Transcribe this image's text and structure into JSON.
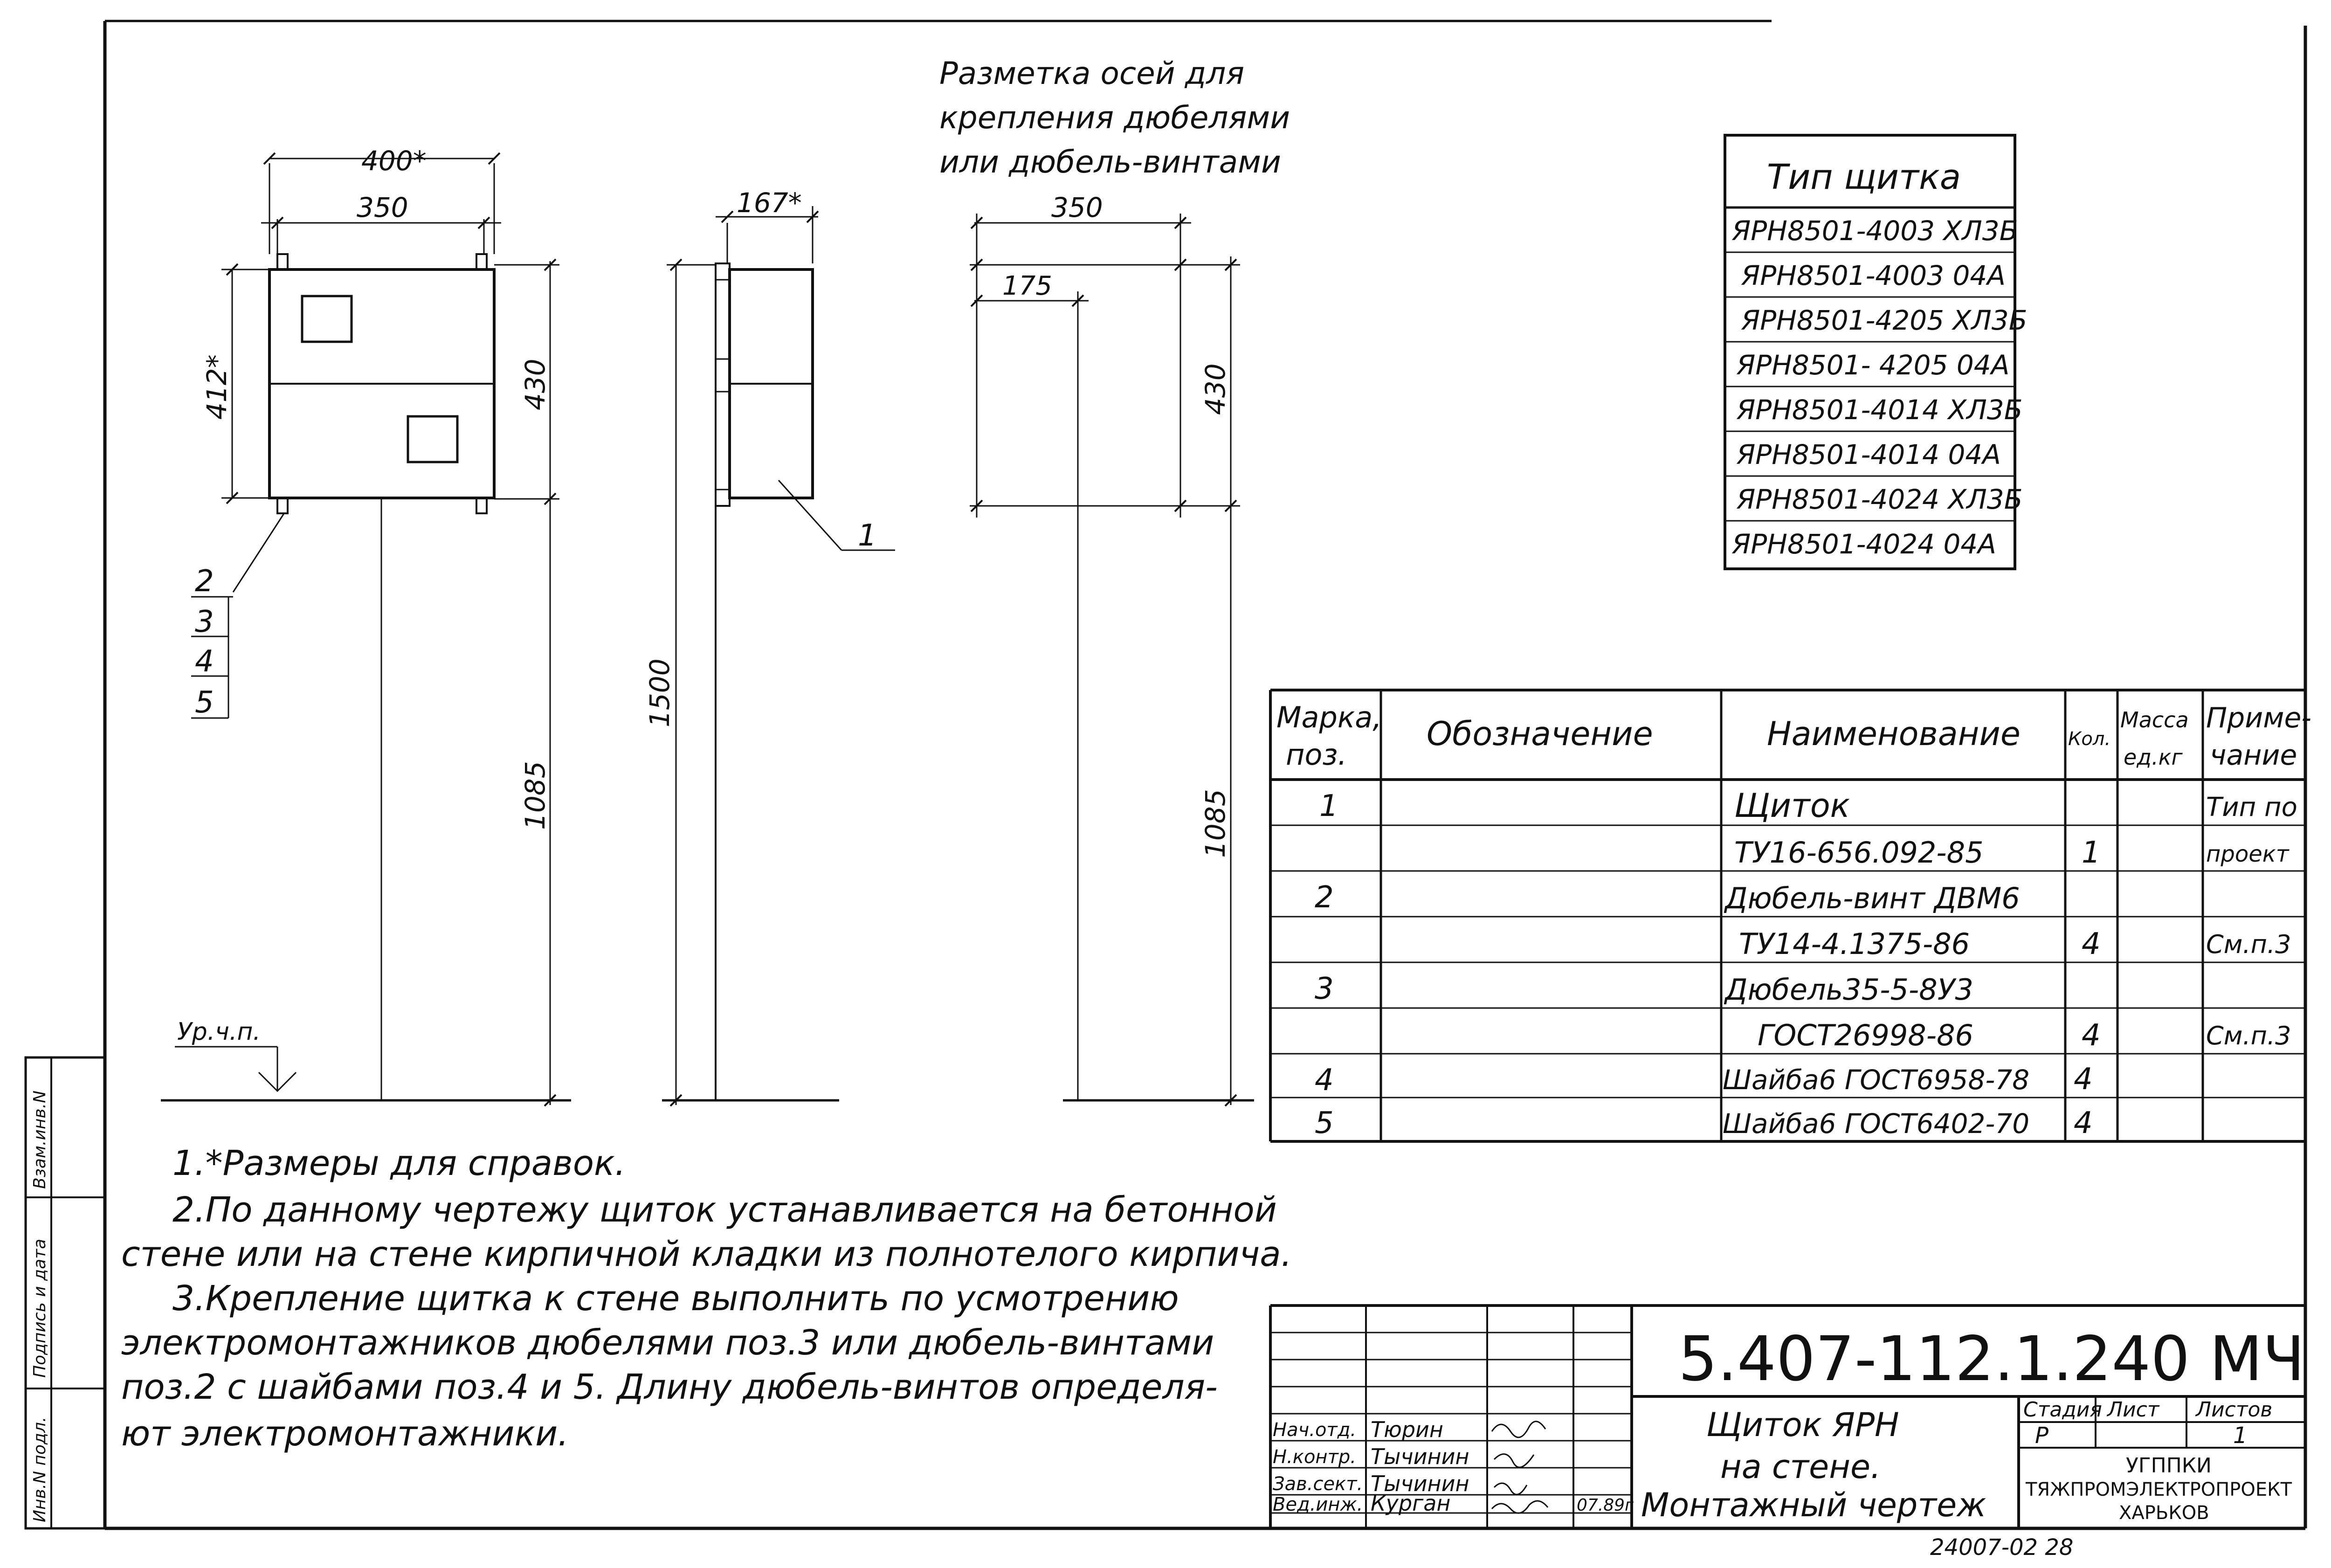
{
  "drawing": {
    "front_view": {
      "dim_width_total": "400*",
      "dim_width_mounting": "350",
      "dim_height_total": "412*",
      "dim_height_mounting": "430",
      "dim_to_floor": "1085",
      "callouts": [
        "2",
        "3",
        "4",
        "5"
      ],
      "floor_label": "Ур.ч.п."
    },
    "side_view": {
      "dim_depth": "167*",
      "dim_height_floor": "1500",
      "callout": "1"
    },
    "axes_view": {
      "caption_lines": [
        "Разметка осей для",
        "крепления дюбелями",
        "или дюбель-винтами"
      ],
      "dim_width": "350",
      "dim_half": "175",
      "dim_height": "430",
      "dim_to_floor": "1085"
    }
  },
  "type_table": {
    "header": "Тип щитка",
    "rows": [
      "ЯРН8501-4003 ХЛ3Б",
      "ЯРН8501-4003 04А",
      "ЯРН8501-4205 ХЛ3Б",
      "ЯРН8501- 4205 04А",
      "ЯРН8501-4014 ХЛ3Б",
      "ЯРН8501-4014 04А",
      "ЯРН8501-4024 ХЛ3Б",
      "ЯРН8501-4024 04А"
    ]
  },
  "spec_table": {
    "headers": {
      "mark_l1": "Марка,",
      "mark_l2": "поз.",
      "designation": "Обозначение",
      "name": "Наименование",
      "qty": "Кол.",
      "mass_l1": "Масса",
      "mass_l2": "ед.кг",
      "note_l1": "Приме-",
      "note_l2": "чание"
    },
    "rows": [
      {
        "mark": "1",
        "name": "Щиток",
        "qty": "",
        "note": "Тип по"
      },
      {
        "mark": "",
        "name": "ТУ16-656.092-85",
        "qty": "1",
        "note": "проект"
      },
      {
        "mark": "2",
        "name": "Дюбель-винт ДВМ6",
        "qty": "",
        "note": ""
      },
      {
        "mark": "",
        "name": "ТУ14-4.1375-86",
        "qty": "4",
        "note": "См.п.3"
      },
      {
        "mark": "3",
        "name": "Дюбель35-5-8У3",
        "qty": "",
        "note": ""
      },
      {
        "mark": "",
        "name": "ГОСТ26998-86",
        "qty": "4",
        "note": "См.п.3"
      },
      {
        "mark": "4",
        "name": "Шайба6 ГОСТ6958-78",
        "qty": "4",
        "note": ""
      },
      {
        "mark": "5",
        "name": "Шайба6 ГОСТ6402-70",
        "qty": "4",
        "note": ""
      }
    ]
  },
  "notes": [
    "1.*Размеры для справок.",
    "2.По данному чертежу щиток устанавливается на бетонной",
    "стене или на стене кирпичной кладки из полнотелого кирпича.",
    "3.Крепление щитка к стене выполнить по усмотрению",
    "электромонтажников дюбелями поз.3 или дюбель-винтами",
    "поз.2 с шайбами поз.4 и 5. Длину дюбель-винтов определя-",
    "ют электромонтажники."
  ],
  "left_margin": {
    "inv_podl": "Инв.N подл.",
    "podpis_data": "Подпись и дата",
    "vzam_inv": "Взам.инв.N"
  },
  "title_block": {
    "document_code": "5.407-112.1.240 МЧ",
    "title_lines": [
      "Щиток ЯРН",
      "на стене.",
      "Монтажный чертеж"
    ],
    "stage_label": "Стадия",
    "sheet_label": "Лист",
    "sheets_label": "Листов",
    "stage": "Р",
    "sheets": "1",
    "org_lines": [
      "УГППКИ",
      "ТЯЖПРОМЭЛЕКТРОПРОЕКТ",
      "ХАРЬКОВ"
    ],
    "signatures": [
      {
        "role": "Нач.отд.",
        "name": "Тюрин"
      },
      {
        "role": "Н.контр.",
        "name": "Тычинин"
      },
      {
        "role": "Зав.сект.",
        "name": "Тычинин"
      },
      {
        "role": "Вед.инж.",
        "name": "Курган"
      }
    ],
    "date": "07.89г",
    "archive_number": "24007-02 28"
  }
}
